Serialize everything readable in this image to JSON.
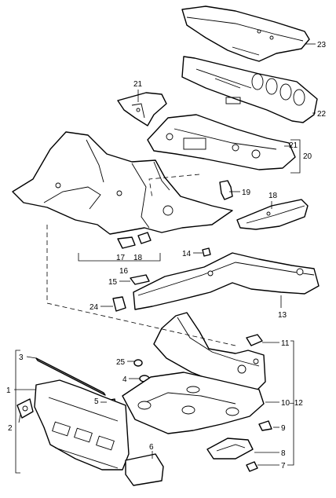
{
  "callouts": {
    "c1": "1",
    "c2": "2",
    "c3": "3",
    "c4": "4",
    "c5": "5",
    "c6": "6",
    "c7": "7",
    "c8": "8",
    "c9": "9",
    "c10": "10",
    "c11": "11",
    "c12": "12",
    "c13": "13",
    "c14": "14",
    "c15": "15",
    "c16": "16",
    "c17": "17",
    "c18a": "18",
    "c18b": "18",
    "c19": "19",
    "c20": "20",
    "c21a": "21",
    "c21b": "21",
    "c22": "22",
    "c23": "23",
    "c24": "24",
    "c25": "25"
  }
}
